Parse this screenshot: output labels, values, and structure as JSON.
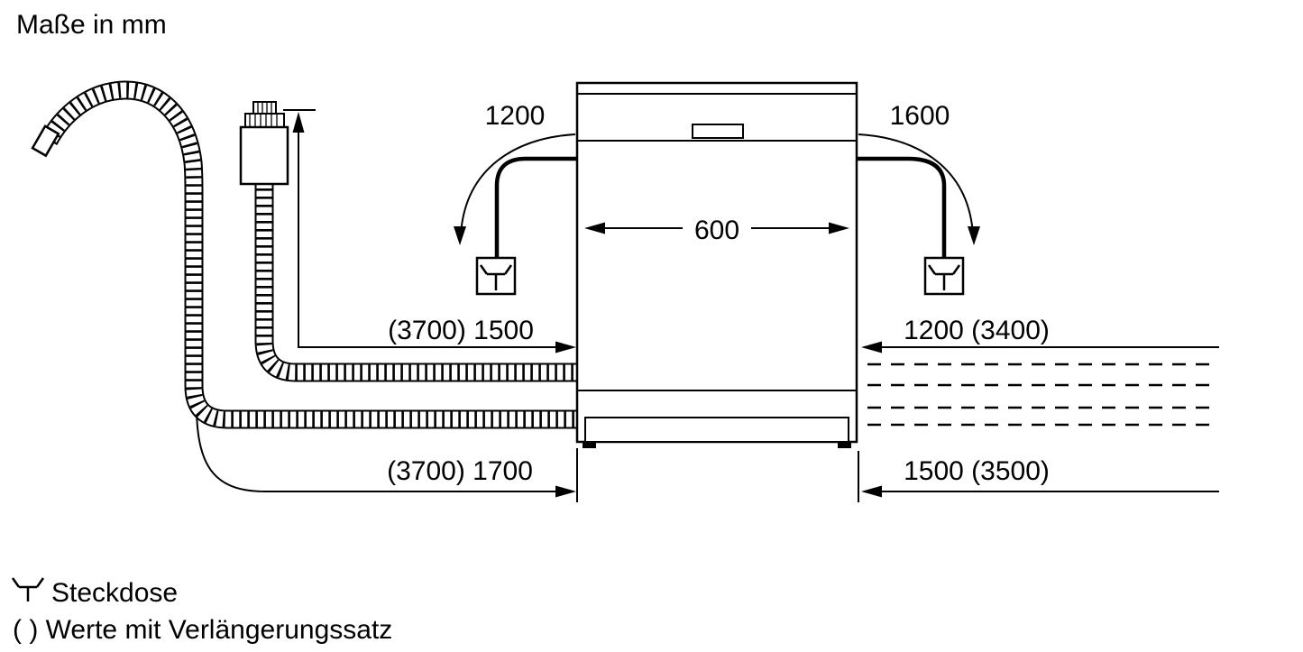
{
  "title": "Maße in mm",
  "dimensions": {
    "cord_left": "1200",
    "cord_right": "1600",
    "appliance_width": "600",
    "supply_hose": "(3700) 1500",
    "right_upper": "1200 (3400)",
    "drain_hose": "(3700) 1700",
    "right_lower": "1500 (3500)"
  },
  "legend": {
    "socket": "Steckdose",
    "note": "( ) Werte mit Verlängerungssatz"
  },
  "colors": {
    "line": "#000000",
    "background": "#ffffff"
  }
}
